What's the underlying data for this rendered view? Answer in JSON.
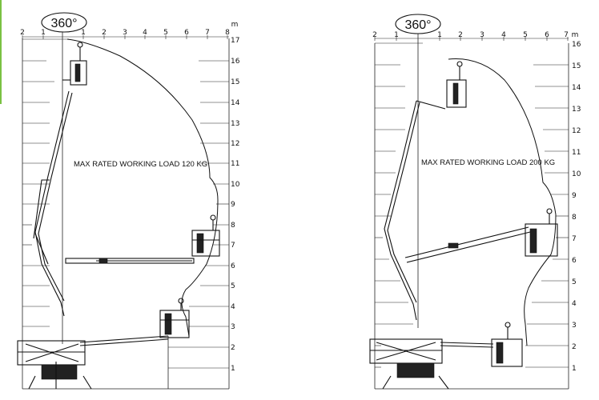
{
  "accent_color": "#7ac143",
  "diagrams": [
    {
      "rotation_label": "360°",
      "load_label": "MAX RATED WORKING LOAD 120 KG",
      "unit_label": "m",
      "x_ticks": [
        "2",
        "1",
        "1",
        "2",
        "3",
        "4",
        "5",
        "6",
        "7",
        "8"
      ],
      "y_ticks": [
        "17",
        "16",
        "15",
        "14",
        "13",
        "12",
        "11",
        "10",
        "9",
        "8",
        "7",
        "6",
        "5",
        "4",
        "3",
        "2",
        "1"
      ]
    },
    {
      "rotation_label": "360°",
      "load_label": "MAX RATED WORKING LOAD 200 KG",
      "unit_label": "m",
      "x_ticks": [
        "2",
        "1",
        "1",
        "2",
        "3",
        "4",
        "5",
        "6",
        "7"
      ],
      "y_ticks": [
        "16",
        "15",
        "14",
        "13",
        "12",
        "11",
        "10",
        "9",
        "8",
        "7",
        "6",
        "5",
        "4",
        "3",
        "2",
        "1"
      ]
    }
  ]
}
